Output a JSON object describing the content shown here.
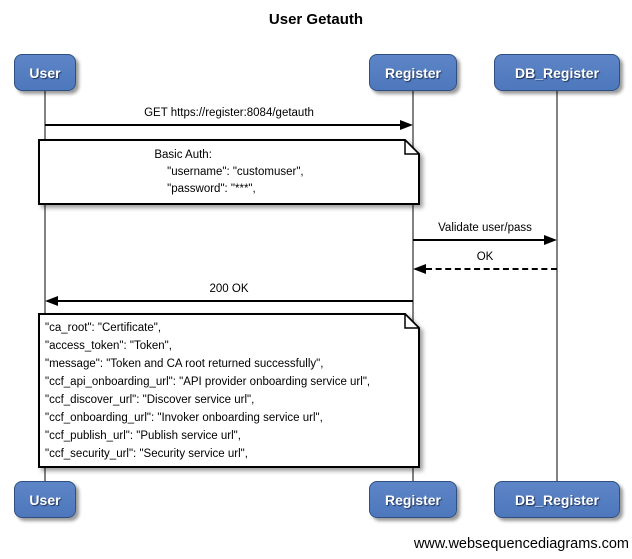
{
  "title": "User Getauth",
  "footer": "www.websequencediagrams.com",
  "colors": {
    "actor_fill": "#4e78bc",
    "actor_border": "#2f4f82",
    "actor_text": "#ffffff",
    "lifeline": "#828282",
    "arrow": "#000000",
    "note_fill": "#ffffff",
    "note_border": "#000000",
    "background": "#ffffff"
  },
  "actors": [
    {
      "id": "user",
      "label": "User"
    },
    {
      "id": "register",
      "label": "Register"
    },
    {
      "id": "db_register",
      "label": "DB_Register"
    }
  ],
  "messages": [
    {
      "label": "GET https://register:8084/getauth",
      "from": "User",
      "to": "Register",
      "line": "solid",
      "direction": "right"
    },
    {
      "label": "Validate user/pass",
      "from": "Register",
      "to": "DB_Register",
      "line": "solid",
      "direction": "right"
    },
    {
      "label": "OK",
      "from": "DB_Register",
      "to": "Register",
      "line": "dashed",
      "direction": "left"
    },
    {
      "label": "200 OK",
      "from": "Register",
      "to": "User",
      "line": "solid",
      "direction": "left"
    }
  ],
  "notes": [
    {
      "over": "User,Register",
      "lines": [
        "Basic Auth:",
        "    \"username\": \"customuser\",",
        "    \"password\": \"***\","
      ]
    },
    {
      "over": "User,Register",
      "lines": [
        "\"ca_root\": \"Certificate\",",
        "\"access_token\": \"Token\",",
        "\"message\": \"Token and CA root returned successfully\",",
        "\"ccf_api_onboarding_url\": \"API provider onboarding service url\",",
        "\"ccf_discover_url\": \"Discover service url\",",
        "\"ccf_onboarding_url\": \"Invoker onboarding service url\",",
        "\"ccf_publish_url\": \"Publish service url\",",
        "\"ccf_security_url\": \"Security service url\","
      ]
    }
  ]
}
